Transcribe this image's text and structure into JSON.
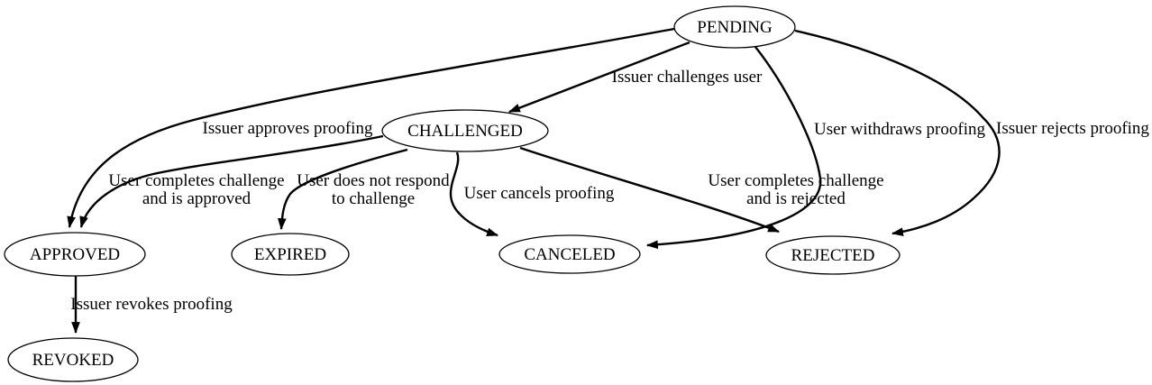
{
  "diagram": {
    "type": "state-transition-graph",
    "colors": {
      "background": "#ffffff",
      "node_fill": "#ffffff",
      "line": "#000000",
      "text": "#000000"
    },
    "nodes": [
      {
        "id": "pending",
        "label": "PENDING"
      },
      {
        "id": "challenged",
        "label": "CHALLENGED"
      },
      {
        "id": "approved",
        "label": "APPROVED"
      },
      {
        "id": "expired",
        "label": "EXPIRED"
      },
      {
        "id": "canceled",
        "label": "CANCELED"
      },
      {
        "id": "rejected",
        "label": "REJECTED"
      },
      {
        "id": "revoked",
        "label": "REVOKED"
      }
    ],
    "edges": [
      {
        "from": "PENDING",
        "to": "CHALLENGED",
        "label_lines": [
          "Issuer challenges user"
        ]
      },
      {
        "from": "PENDING",
        "to": "APPROVED",
        "label_lines": [
          "Issuer approves proofing"
        ]
      },
      {
        "from": "PENDING",
        "to": "CANCELED",
        "label_lines": [
          "User withdraws proofing"
        ]
      },
      {
        "from": "PENDING",
        "to": "REJECTED",
        "label_lines": [
          "Issuer rejects proofing"
        ]
      },
      {
        "from": "CHALLENGED",
        "to": "APPROVED",
        "label_lines": [
          "User completes challenge",
          "and is approved"
        ]
      },
      {
        "from": "CHALLENGED",
        "to": "EXPIRED",
        "label_lines": [
          "User does not respond",
          "to challenge"
        ]
      },
      {
        "from": "CHALLENGED",
        "to": "CANCELED",
        "label_lines": [
          "User cancels proofing"
        ]
      },
      {
        "from": "CHALLENGED",
        "to": "REJECTED",
        "label_lines": [
          "User completes challenge",
          "and is rejected"
        ]
      },
      {
        "from": "APPROVED",
        "to": "REVOKED",
        "label_lines": [
          "Issuer revokes proofing"
        ]
      }
    ]
  }
}
